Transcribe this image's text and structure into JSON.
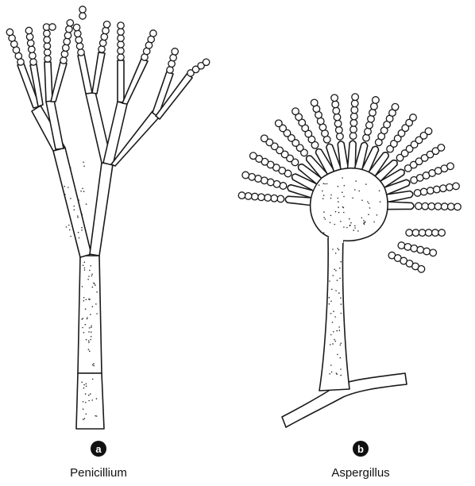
{
  "panels": [
    {
      "letter": "a",
      "caption": "Penicillium"
    },
    {
      "letter": "b",
      "caption": "Aspergillus"
    }
  ]
}
